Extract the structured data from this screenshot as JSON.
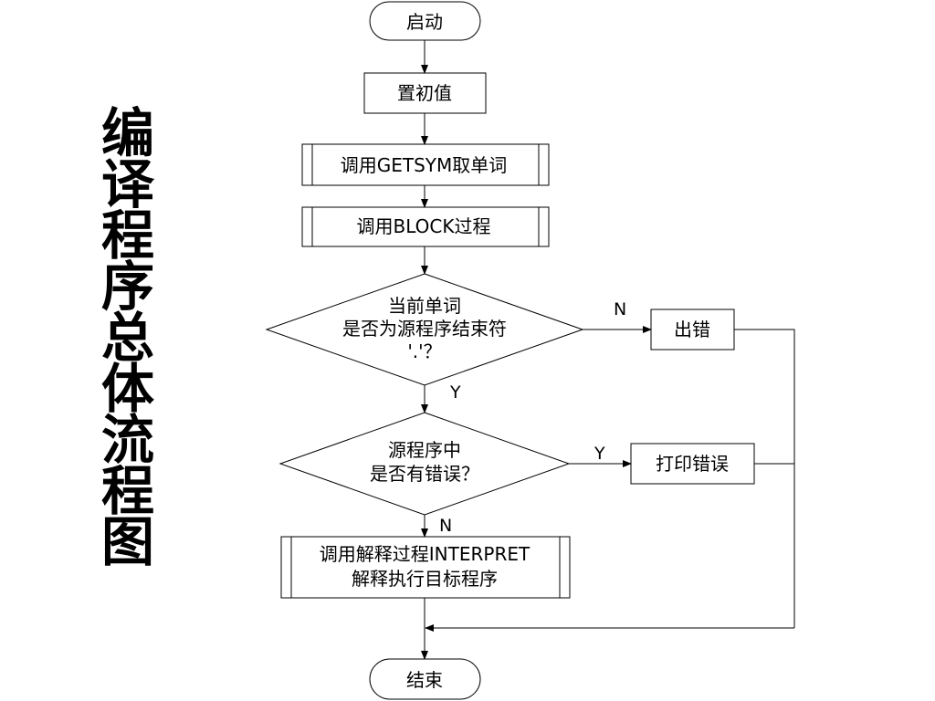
{
  "title": [
    "编",
    "译",
    "程",
    "序",
    "总",
    "体",
    "流",
    "程",
    "图"
  ],
  "nodes": {
    "start": "启动",
    "init": "置初值",
    "getsym": "调用GETSYM取单词",
    "block": "调用BLOCK过程",
    "check_end": [
      "当前单词",
      "是否为源程序结束符",
      "'.'？"
    ],
    "error": "出错",
    "has_error": [
      "源程序中",
      "是否有错误？"
    ],
    "print_error": "打印错误",
    "interpret": [
      "调用解释过程INTERPRET",
      "解释执行目标程序"
    ],
    "end": "结束"
  },
  "labels": {
    "check_end_no": "N",
    "check_end_yes": "Y",
    "has_error_yes": "Y",
    "has_error_no": "N"
  }
}
